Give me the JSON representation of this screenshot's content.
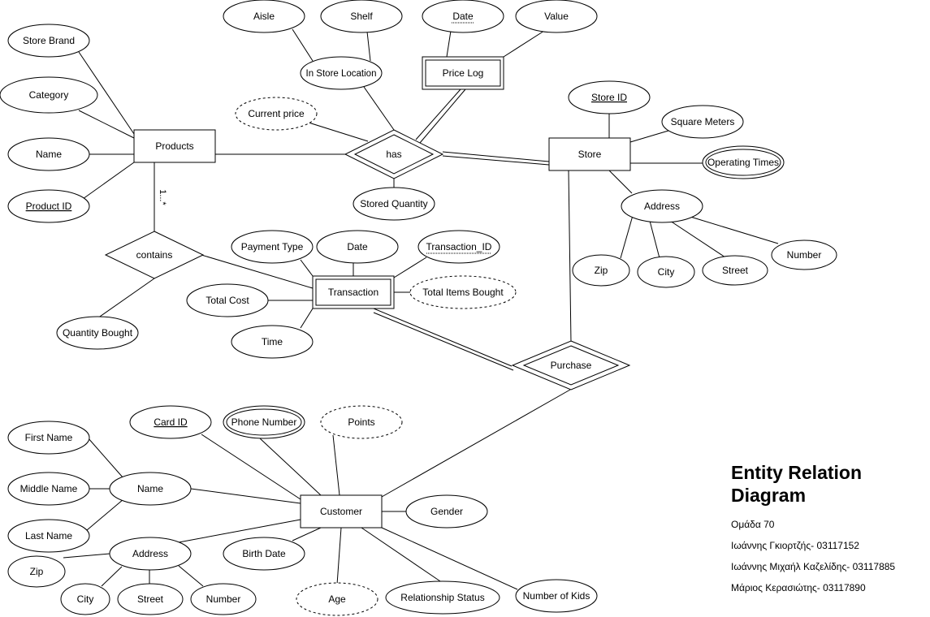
{
  "entities": {
    "products": "Products",
    "store": "Store",
    "price_log": "Price Log",
    "transaction": "Transaction",
    "customer": "Customer"
  },
  "relationships": {
    "has": "has",
    "contains": "contains",
    "purchase": "Purchase"
  },
  "cardinality": "1...*",
  "attributes": {
    "store_brand": "Store Brand",
    "category": "Category",
    "product_name": "Name",
    "product_id": "Product ID",
    "aisle": "Aisle",
    "shelf": "Shelf",
    "in_store_location": "In Store Location",
    "current_price": "Current price",
    "stored_quantity": "Stored Quantity",
    "log_date": "Date",
    "log_value": "Value",
    "store_id": "Store ID",
    "square_meters": "Square Meters",
    "operating_times": "Operating Times",
    "store_address": "Address",
    "store_zip": "Zip",
    "store_city": "City",
    "store_street": "Street",
    "store_number": "Number",
    "quantity_bought": "Quantity Bought",
    "payment_type": "Payment Type",
    "tx_date": "Date",
    "transaction_id": "Transaction_ID",
    "total_items_bought": "Total Items Bought",
    "total_cost": "Total Cost",
    "time": "Time",
    "card_id": "Card ID",
    "phone_number": "Phone Number",
    "points": "Points",
    "first_name": "First Name",
    "middle_name": "Middle Name",
    "last_name": "Last Name",
    "cust_name": "Name",
    "gender": "Gender",
    "cust_address": "Address",
    "cust_zip": "Zip",
    "cust_city": "City",
    "cust_street": "Street",
    "cust_number": "Number",
    "birth_date": "Birth Date",
    "age": "Age",
    "relationship_status": "Relationship Status",
    "number_of_kids": "Number of Kids"
  },
  "caption": {
    "title_line1": "Entity Relation",
    "title_line2": "Diagram",
    "group": "Ομάδα 70",
    "member1": "Ιωάννης Γκιορτζής- 03117152",
    "member2": "Ιωάννης Μιχαήλ Καζελίδης- 03117885",
    "member3": "Μάριος Κερασιώτης- 03117890"
  }
}
